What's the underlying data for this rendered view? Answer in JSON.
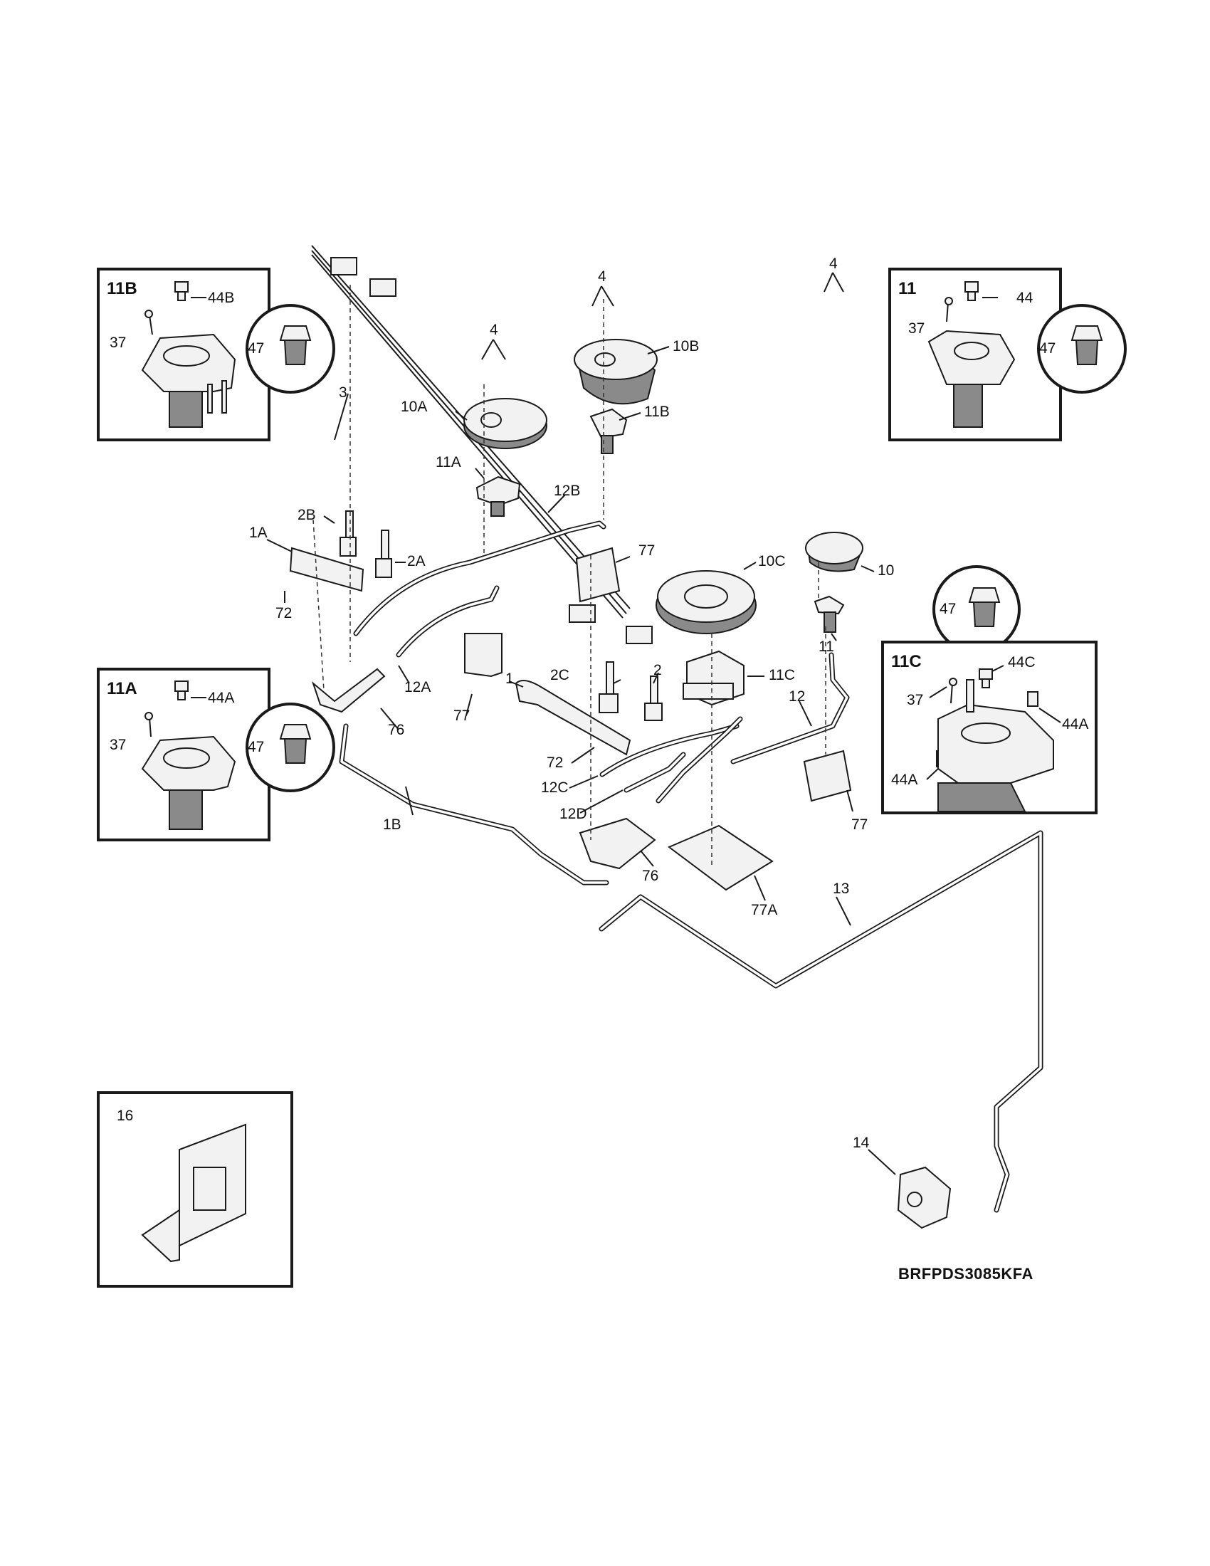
{
  "model_code": "BRFPDS3085KFA",
  "insets": {
    "inset_11b": {
      "title": "11B",
      "labels": [
        "44B",
        "37",
        "47"
      ]
    },
    "inset_11": {
      "title": "11",
      "labels": [
        "44",
        "37",
        "47"
      ]
    },
    "inset_11a": {
      "title": "11A",
      "labels": [
        "44A",
        "37",
        "47"
      ]
    },
    "inset_11c": {
      "title": "11C",
      "labels": [
        "44C",
        "37",
        "44A",
        "44A",
        "47"
      ]
    },
    "inset_16": {
      "title": "16"
    }
  },
  "callouts": [
    "4",
    "4",
    "4",
    "10B",
    "10A",
    "11B",
    "3",
    "11A",
    "12B",
    "2B",
    "1A",
    "2A",
    "77",
    "10C",
    "10",
    "72",
    "11",
    "12A",
    "77",
    "2C",
    "2",
    "11C",
    "76",
    "1",
    "12",
    "72",
    "12C",
    "12D",
    "1B",
    "77",
    "76",
    "77A",
    "13",
    "14"
  ]
}
